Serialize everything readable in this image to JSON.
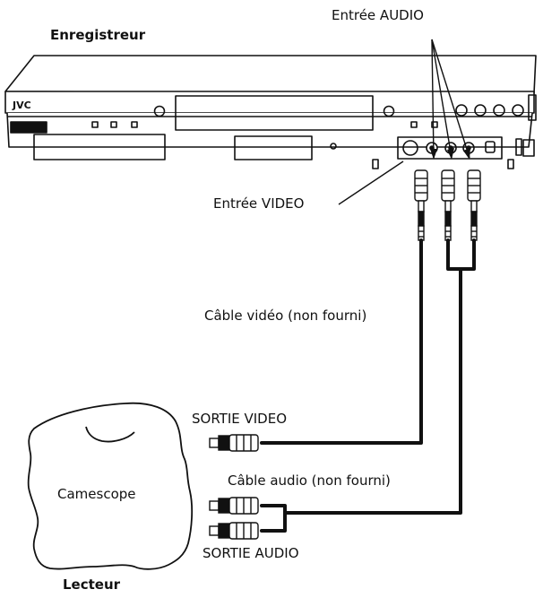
{
  "labels": {
    "recorder": "Enregistreur",
    "audio_in": "Entrée AUDIO",
    "video_in": "Entrée VIDEO",
    "video_cable": "Câble vidéo (non fourni)",
    "video_out": "SORTIE VIDEO",
    "audio_cable": "Câble audio (non fourni)",
    "audio_out": "SORTIE AUDIO",
    "camcorder": "Camescope",
    "player": "Lecteur"
  },
  "device": {
    "brand": "JVC"
  }
}
